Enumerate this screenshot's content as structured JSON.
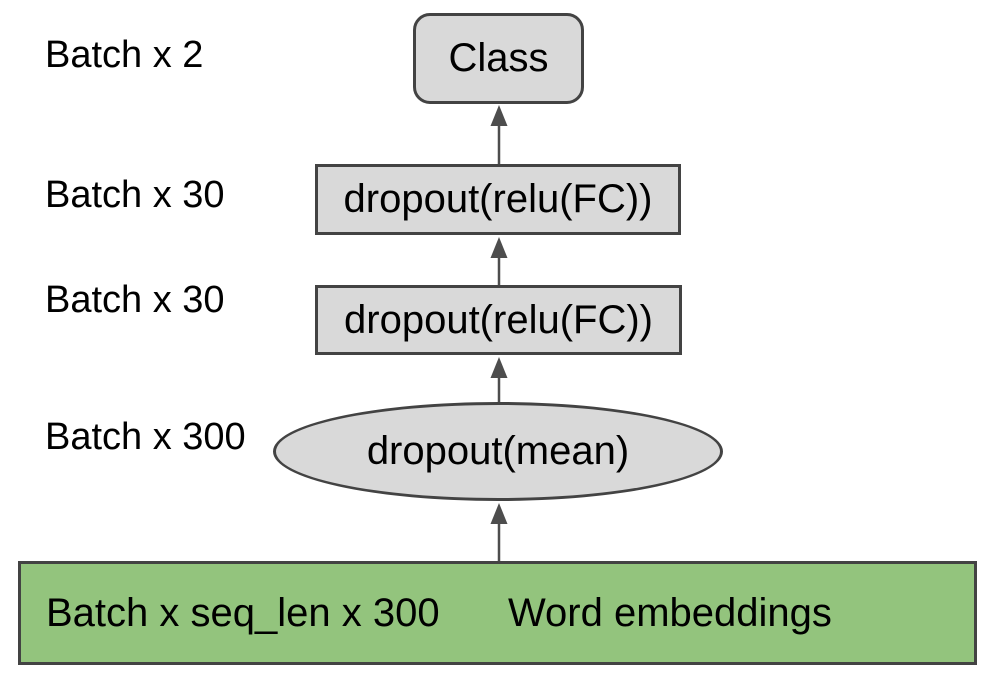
{
  "diagram": {
    "side_labels": [
      {
        "text": "Batch x 2"
      },
      {
        "text": "Batch x 30"
      },
      {
        "text": "Batch x 30"
      },
      {
        "text": "Batch x 300"
      }
    ],
    "nodes": {
      "class": {
        "label": "Class"
      },
      "fc_top": {
        "label": "dropout(relu(FC))"
      },
      "fc_bottom": {
        "label": "dropout(relu(FC))"
      },
      "mean": {
        "label": "dropout(mean)"
      },
      "embeddings": {
        "dim": "Batch x seq_len x 300",
        "name": "Word embeddings"
      }
    },
    "colors": {
      "node_fill": "#d9d9d9",
      "node_border": "#434343",
      "embeddings_fill": "#93c47d",
      "arrow": "#4d4d4d",
      "text": "#000000",
      "background": "#ffffff"
    }
  }
}
